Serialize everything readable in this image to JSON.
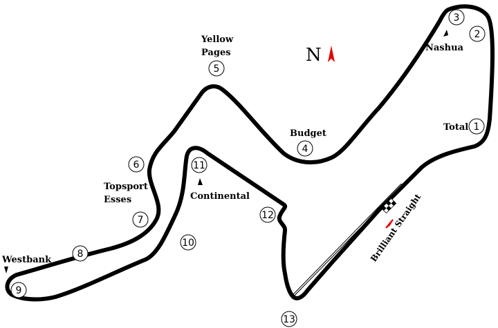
{
  "map": {
    "track_color": "#000000",
    "pit_lane_color": "#000000",
    "accent_color": "#e00000",
    "north": {
      "letter": "N"
    },
    "straight_name": "Brilliant Straight",
    "turns": [
      {
        "number": "1",
        "name": "Total"
      },
      {
        "number": "2",
        "name": ""
      },
      {
        "number": "3",
        "name": "Nashua"
      },
      {
        "number": "4",
        "name": "Budget"
      },
      {
        "number": "5",
        "name_line1": "Yellow",
        "name_line2": "Pages"
      },
      {
        "number": "6",
        "name": ""
      },
      {
        "number": "7",
        "name_line1": "Topsport",
        "name_line2": "Esses"
      },
      {
        "number": "8",
        "name": ""
      },
      {
        "number": "9",
        "name": "Westbank"
      },
      {
        "number": "10",
        "name": ""
      },
      {
        "number": "11",
        "name": "Continental"
      },
      {
        "number": "12",
        "name": ""
      },
      {
        "number": "13",
        "name": ""
      }
    ]
  }
}
